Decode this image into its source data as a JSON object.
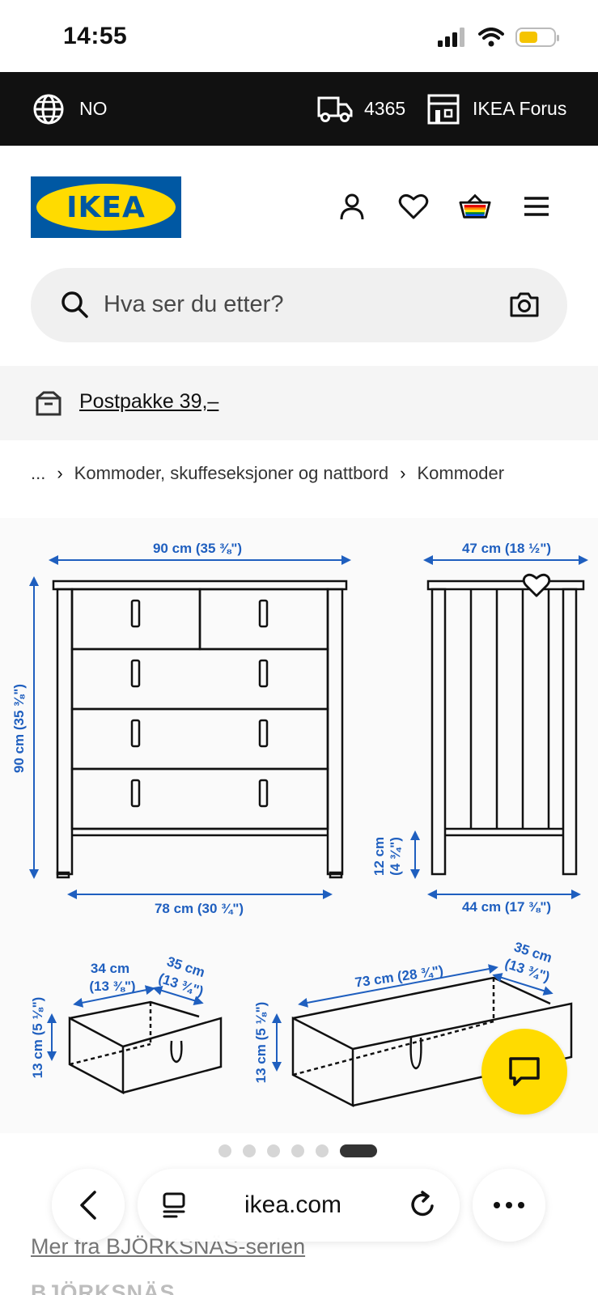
{
  "status_bar": {
    "time": "14:55"
  },
  "top_bar": {
    "language": "NO",
    "postcode": "4365",
    "store": "IKEA Forus"
  },
  "header": {
    "logo_text": "IKEA",
    "icons": [
      "account-icon",
      "heart-icon",
      "basket-icon",
      "menu-icon"
    ]
  },
  "search": {
    "placeholder": "Hva ser du etter?"
  },
  "promo": {
    "text": "Postpakke 39,–"
  },
  "breadcrumb": {
    "ellipsis": "...",
    "items": [
      "Kommoder, skuffeseksjoner og nattbord",
      "Kommoder"
    ]
  },
  "product_image": {
    "dimensions": {
      "front_width": "90 cm (35 ⅜\")",
      "front_height": "90 cm (35 ⅜\")",
      "inner_width": "78 cm (30 ¾\")",
      "side_depth_top": "47 cm (18 ½\")",
      "side_depth_bottom": "44 cm (17 ⅜\")",
      "leg_height_line1": "12 cm",
      "leg_height_line2": "(4 ¾\")",
      "small_drawer_width_line1": "34 cm",
      "small_drawer_width_line2": "(13 ⅜\")",
      "small_drawer_depth_line1": "35 cm",
      "small_drawer_depth_line2": "(13 ¾\")",
      "small_drawer_height": "13 cm (5 ⅛\")",
      "large_drawer_width": "73 cm (28 ¾\")",
      "large_drawer_depth_line1": "35 cm",
      "large_drawer_depth_line2": "(13 ¾\")",
      "large_drawer_height": "13 cm (5 ⅛\")"
    }
  },
  "pager": {
    "count": 6,
    "active_index": 5
  },
  "below": {
    "series_link": "Mer fra BJÖRKSNÄS-serien",
    "series_name": "BJÖRKSNÄS"
  },
  "safari": {
    "url": "ikea.com"
  },
  "colors": {
    "ikea_blue": "#0058a3",
    "ikea_yellow": "#ffdb00",
    "dimension_blue": "#1f5fbf",
    "top_bar_bg": "#111111"
  }
}
